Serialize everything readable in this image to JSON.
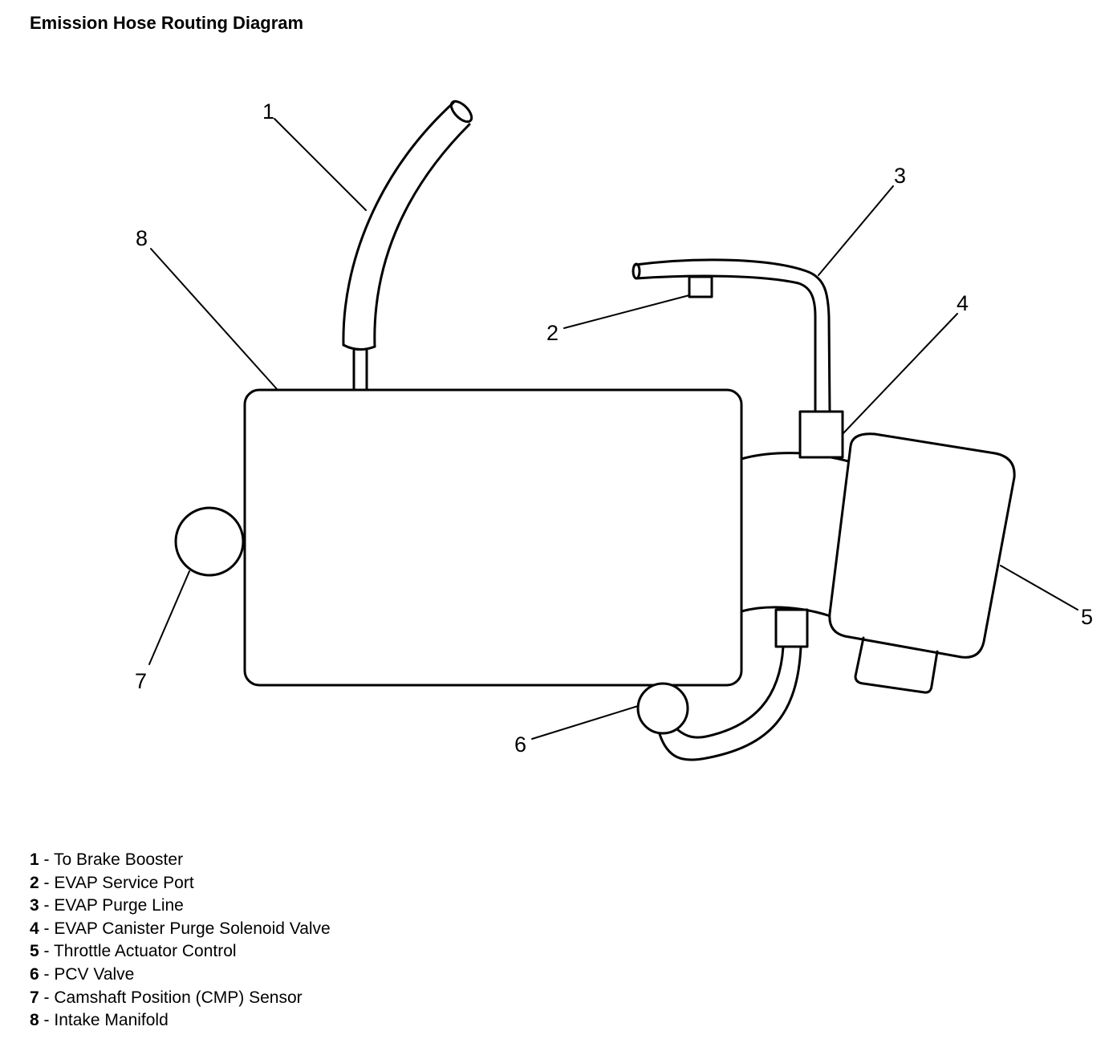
{
  "title": "Emission Hose Routing Diagram",
  "callouts": [
    "1",
    "2",
    "3",
    "4",
    "5",
    "6",
    "7",
    "8"
  ],
  "legend": [
    {
      "num": "1",
      "sep": " - ",
      "text": "To Brake Booster"
    },
    {
      "num": "2",
      "sep": " - ",
      "text": "EVAP Service Port"
    },
    {
      "num": "3",
      "sep": " - ",
      "text": "EVAP Purge Line"
    },
    {
      "num": "4",
      "sep": " - ",
      "text": "EVAP Canister Purge Solenoid Valve"
    },
    {
      "num": "5",
      "sep": " - ",
      "text": "Throttle Actuator Control"
    },
    {
      "num": "6",
      "sep": " - ",
      "text": "PCV Valve"
    },
    {
      "num": "7",
      "sep": " - ",
      "text": "Camshaft Position (CMP) Sensor"
    },
    {
      "num": "8",
      "sep": " - ",
      "text": "Intake Manifold"
    }
  ]
}
